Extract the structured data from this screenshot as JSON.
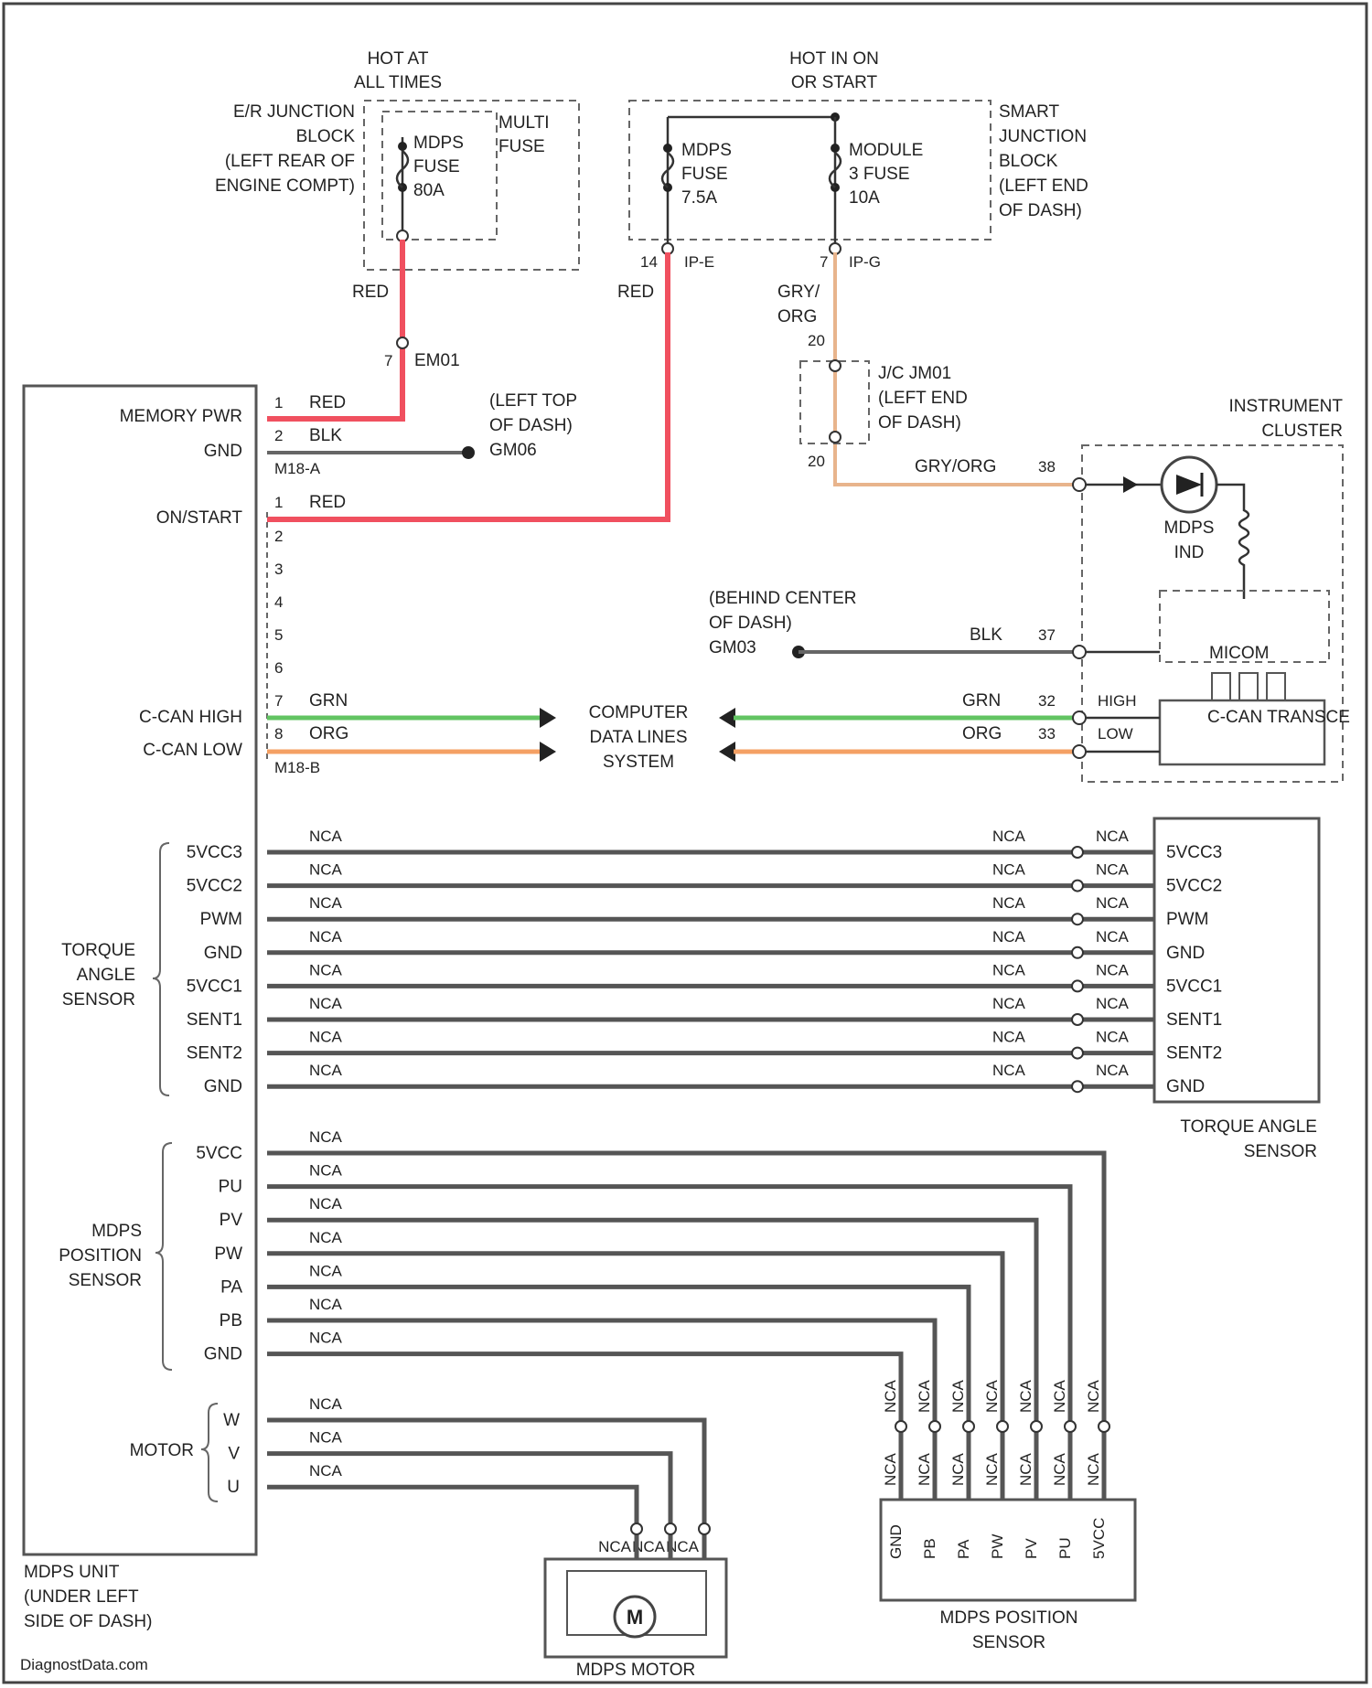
{
  "colors": {
    "red": "#f0505f",
    "green": "#62c462",
    "orange": "#f4a064",
    "tan": "#e8b48c",
    "gray": "#555555",
    "dark": "#333333"
  },
  "power": {
    "hot_at_all_times": [
      "HOT AT",
      "ALL TIMES"
    ],
    "hot_in_on": [
      "HOT IN ON",
      "OR START"
    ],
    "er_junction": [
      "E/R JUNCTION",
      "BLOCK",
      "(LEFT REAR OF",
      "ENGINE COMPT)"
    ],
    "multi_fuse": [
      "MULTI",
      "FUSE"
    ],
    "mdps_fuse_80": [
      "MDPS",
      "FUSE",
      "80A"
    ],
    "mdps_fuse_75": [
      "MDPS",
      "FUSE",
      "7.5A"
    ],
    "module_fuse": [
      "MODULE",
      "3 FUSE",
      "10A"
    ],
    "smart_junction": [
      "SMART",
      "JUNCTION",
      "BLOCK",
      "(LEFT END",
      "OF DASH)"
    ],
    "conn_ip_e": "IP-E",
    "conn_ip_e_pin": "14",
    "conn_ip_g": "IP-G",
    "conn_ip_g_pin": "7",
    "red": "RED",
    "gry_org": [
      "GRY/",
      "ORG"
    ],
    "em01": "EM01",
    "em01_pin": "7",
    "jc_pin_top": "20",
    "jc_pin_bot": "20",
    "jc_label": [
      "J/C JM01",
      "(LEFT END",
      "OF DASH)"
    ]
  },
  "mdps_unit": {
    "label": [
      "MDPS UNIT",
      "(UNDER LEFT",
      "SIDE OF DASH)"
    ],
    "memory_pwr": "MEMORY PWR",
    "gnd": "GND",
    "on_start": "ON/START",
    "c_can_high": "C-CAN HIGH",
    "c_can_low": "C-CAN LOW",
    "pin1": "1",
    "pin2": "2",
    "red": "RED",
    "blk": "BLK",
    "m18a": "M18-A",
    "m18b": "M18-B",
    "pins_b": [
      "1",
      "2",
      "3",
      "4",
      "5",
      "6",
      "7",
      "8"
    ],
    "grn": "GRN",
    "org": "ORG"
  },
  "ground_left_top": [
    "(LEFT TOP",
    "OF DASH)",
    "GM06"
  ],
  "ground_center": [
    "(BEHIND CENTER",
    "OF DASH)",
    "GM03"
  ],
  "cluster": {
    "label": [
      "INSTRUMENT",
      "CLUSTER"
    ],
    "gry_org": "GRY/ORG",
    "pin38": "38",
    "mdps_ind": [
      "MDPS",
      "IND"
    ],
    "blk": "BLK",
    "pin37": "37",
    "micom": "MICOM",
    "grn": "GRN",
    "org": "ORG",
    "pin32": "32",
    "pin33": "33",
    "high": "HIGH",
    "low": "LOW",
    "transceiver": "C-CAN TRANSCE"
  },
  "cdl": [
    "COMPUTER",
    "DATA LINES",
    "SYSTEM"
  ],
  "torque_sensor": {
    "group_label": [
      "TORQUE",
      "ANGLE",
      "SENSOR"
    ],
    "pins": [
      "5VCC3",
      "5VCC2",
      "PWM",
      "GND",
      "5VCC1",
      "SENT1",
      "SENT2",
      "GND"
    ],
    "box_label": [
      "TORQUE ANGLE",
      "SENSOR"
    ],
    "nca": "NCA"
  },
  "position_sensor": {
    "group_label": [
      "MDPS",
      "POSITION",
      "SENSOR"
    ],
    "pins": [
      "5VCC",
      "PU",
      "PV",
      "PW",
      "PA",
      "PB",
      "GND"
    ],
    "box_pins": [
      "GND",
      "PB",
      "PA",
      "PW",
      "PV",
      "PU",
      "5VCC"
    ],
    "box_label": [
      "MDPS POSITION",
      "SENSOR"
    ],
    "nca": "NCA"
  },
  "motor": {
    "group_label": "MOTOR",
    "pins": [
      "W",
      "V",
      "U"
    ],
    "symbol": "M",
    "box_label": "MDPS MOTOR",
    "nca": "NCA"
  },
  "footer": "DiagnostData.com"
}
